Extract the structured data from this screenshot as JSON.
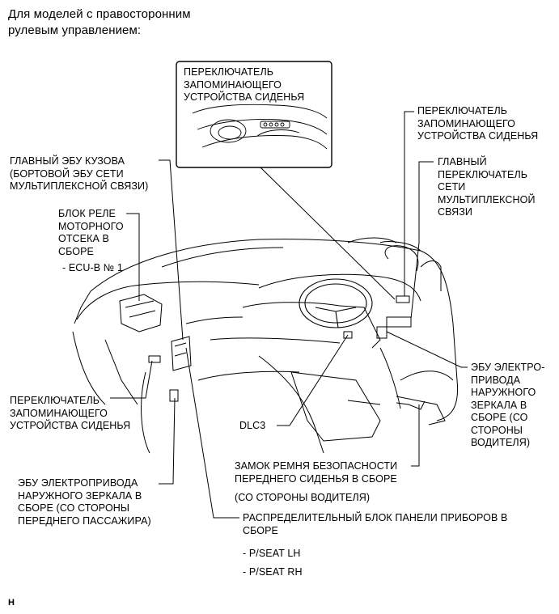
{
  "header": {
    "line1": "Для моделей с правосторонним",
    "line2": "рулевым управлением:"
  },
  "labels": {
    "inset_seat_memory_switch": "ПЕРЕКЛЮЧАТЕЛЬ\nЗАПОМИНАЮЩЕГО\nУСТРОЙСТВА СИДЕНЬЯ",
    "seat_memory_switch_right": "ПЕРЕКЛЮЧАТЕЛЬ\nЗАПОМИНАЮЩЕГО\nУСТРОЙСТВА СИДЕНЬЯ",
    "main_body_ecu": "ГЛАВНЫЙ ЭБУ КУЗОВА\n(БОРТОВОЙ ЭБУ СЕТИ\nМУЛЬТИПЛЕКСНОЙ СВЯЗИ)",
    "main_multiplex_switch": "ГЛАВНЫЙ\nПЕРЕКЛЮЧАТЕЛЬ\nСЕТИ\nМУЛЬТИПЛЕКСНОЙ\nСВЯЗИ",
    "engine_relay_block": "БЛОК РЕЛЕ\nМОТОРНОГО\nОТСЕКА В\nСБОРЕ",
    "ecu_b": "- ECU-B № 1",
    "seat_memory_switch_left": "ПЕРЕКЛЮЧАТЕЛЬ\nЗАПОМИНАЮЩЕГО\nУСТРОЙСТВА СИДЕНЬЯ",
    "mirror_ecu_driver": "ЭБУ ЭЛЕКТРО-\nПРИВОДА\nНАРУЖНОГО\nЗЕРКАЛА В\nСБОРЕ (СО\nСТОРОНЫ\nВОДИТЕЛЯ)",
    "dlc3": "DLC3",
    "seat_belt_buckle": "ЗАМОК РЕМНЯ БЕЗОПАСНОСТИ\nПЕРЕДНЕГО СИДЕНЬЯ В СБОРЕ",
    "seat_belt_buckle_side": "(СО СТОРОНЫ ВОДИТЕЛЯ)",
    "mirror_ecu_passenger": "ЭБУ ЭЛЕКТРОПРИВОДА\nНАРУЖНОГО ЗЕРКАЛА В\nСБОРЕ (СО СТОРОНЫ\nПЕРЕДНЕГО ПАССАЖИРА)",
    "instrument_junction_block": "РАСПРЕДЕЛИТЕЛЬНЫЙ БЛОК ПАНЕЛИ ПРИБОРОВ В\nСБОРЕ",
    "pseat_lh": "- P/SEAT LH",
    "pseat_rh": "- P/SEAT RH"
  },
  "figure_code": "H"
}
